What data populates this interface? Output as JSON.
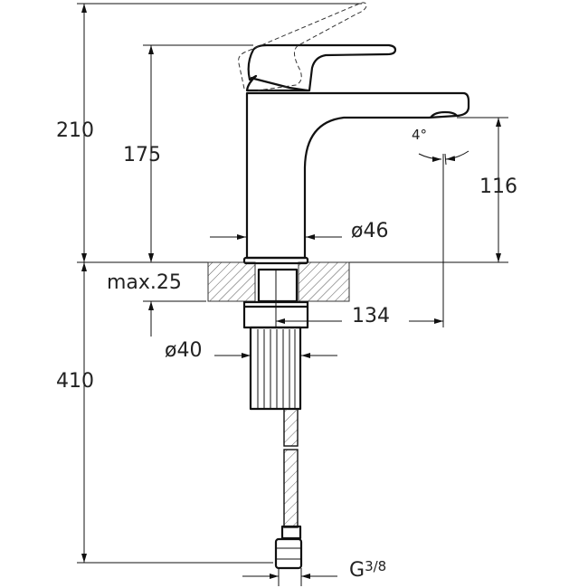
{
  "drawing": {
    "title": "Basin mixer technical drawing",
    "dimensions": {
      "total_height": "210",
      "body_height": "175",
      "spout_height": "116",
      "body_diameter": "ø46",
      "countertop_max": "max.25",
      "reach": "134",
      "shank_diameter": "ø40",
      "hose_length": "410",
      "connection": "G",
      "connection_fraction": "3/8",
      "spout_angle": "4°"
    }
  }
}
